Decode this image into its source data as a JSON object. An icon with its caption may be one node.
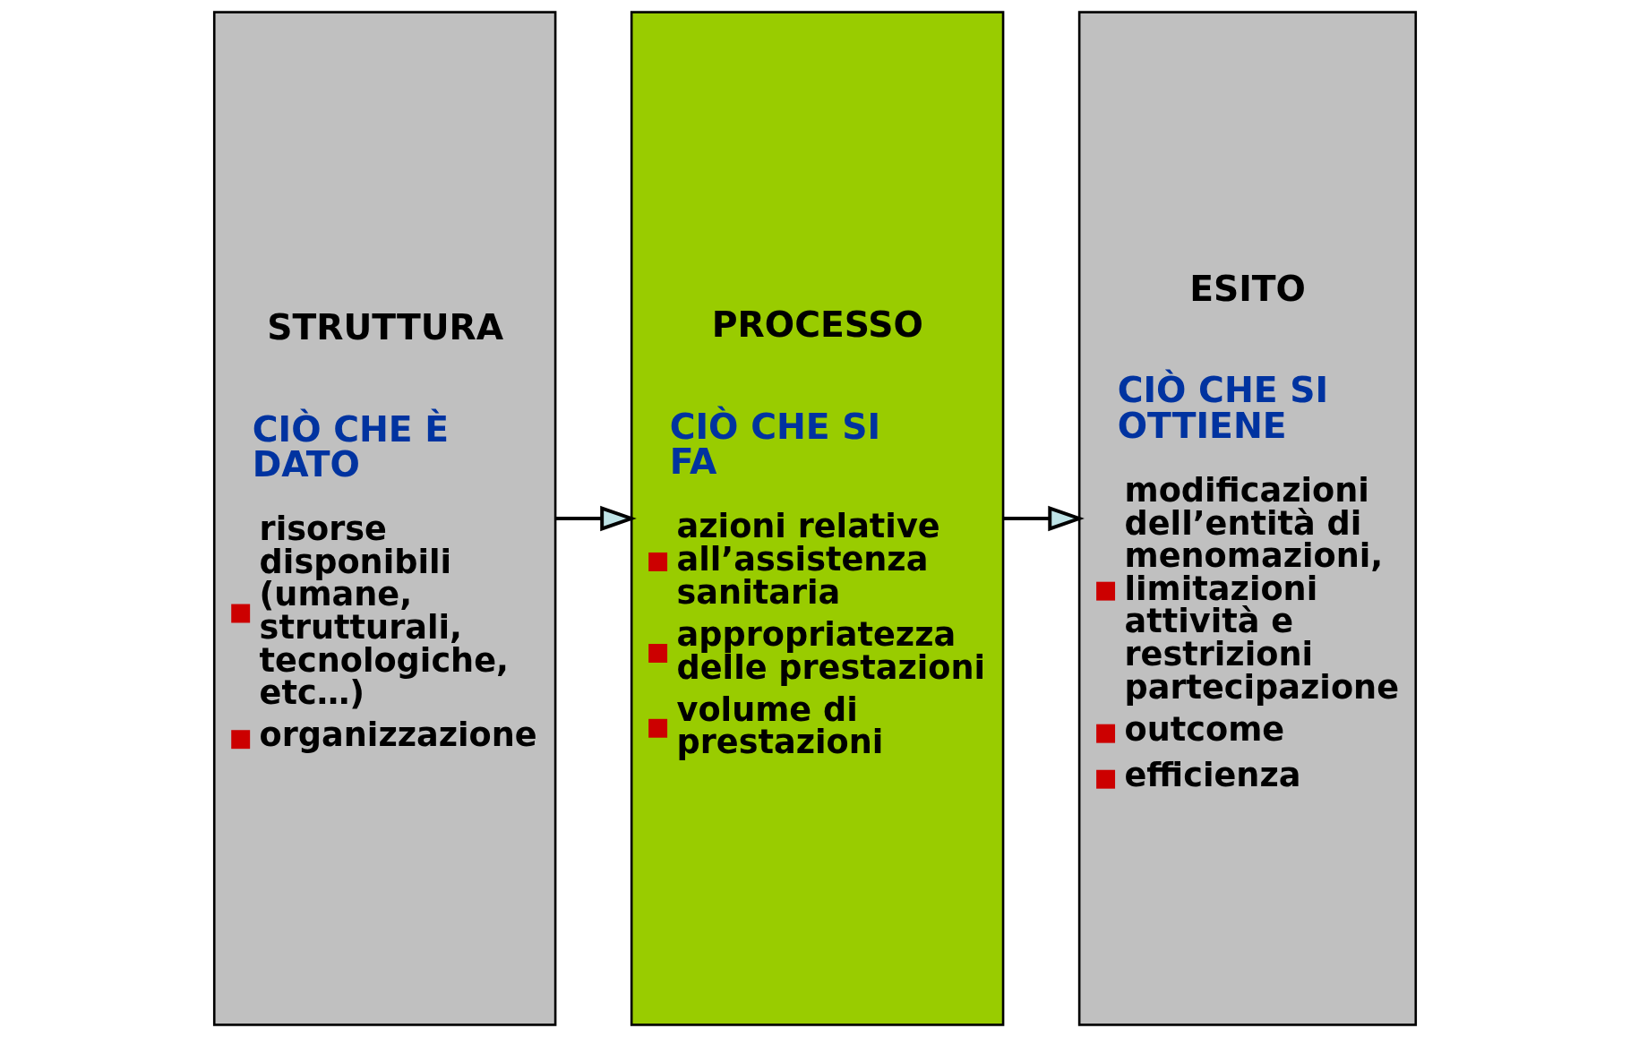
{
  "diagram": {
    "nodes": [
      {
        "text": [
          "STRUTTURA",
          "CIÒ CHE È DATO",
          "risorse disponibili (umane, strutturali, tecnologiche, etc…)",
          "organizzazione"
        ]
      },
      {
        "text": [
          "PROCESSO",
          "CIÒ CHE SI FA",
          "azioni relative all’assistenza sanitaria",
          "appropriatezza delle prestazioni",
          "volume di prestazioni"
        ]
      },
      {
        "text": [
          "ESITO",
          "CIÒ CHE SI OTTIENE",
          "modificazioni dell’entità di menomazioni, limitazioni attività e restrizioni partecipazione",
          "outcome",
          "efficienza"
        ]
      }
    ],
    "edges": [
      {
        "from": 0,
        "to": 1,
        "arrow": "to"
      },
      {
        "from": 1,
        "to": 2,
        "arrow": "to"
      }
    ]
  }
}
